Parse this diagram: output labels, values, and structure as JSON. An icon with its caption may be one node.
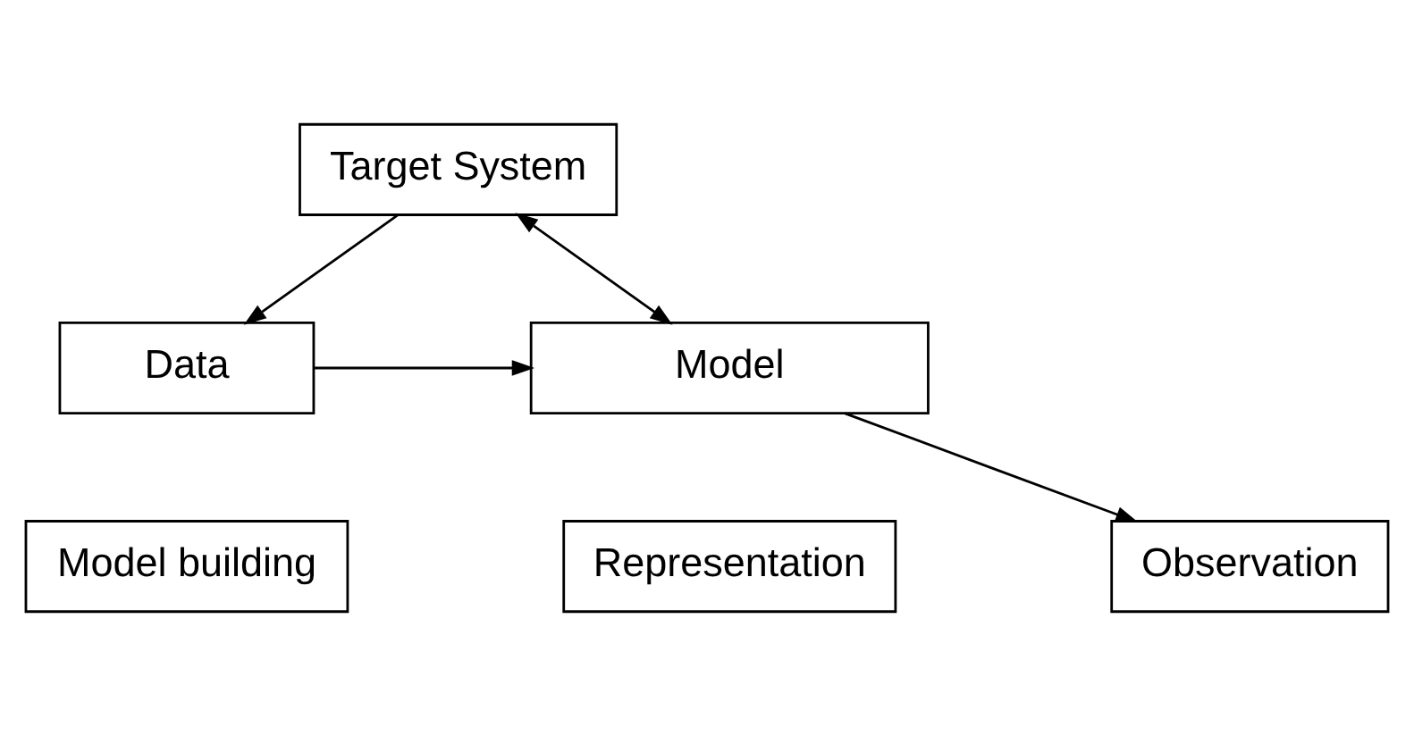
{
  "diagram": {
    "nodes": [
      {
        "text": [
          "Target System"
        ]
      },
      {
        "text": [
          "Representation"
        ]
      },
      {
        "text": [
          "Observation"
        ]
      },
      {
        "text": [
          "Model"
        ]
      },
      {
        "text": [
          "Data"
        ]
      },
      {
        "text": [
          "Model building"
        ]
      }
    ],
    "edges": [
      {
        "from": 3,
        "to": 0,
        "arrow": "both"
      },
      {
        "from": 0,
        "to": 4,
        "arrow": "to"
      },
      {
        "from": 3,
        "to": 2,
        "arrow": "to"
      },
      {
        "from": 4,
        "to": 3,
        "arrow": "to"
      }
    ]
  }
}
